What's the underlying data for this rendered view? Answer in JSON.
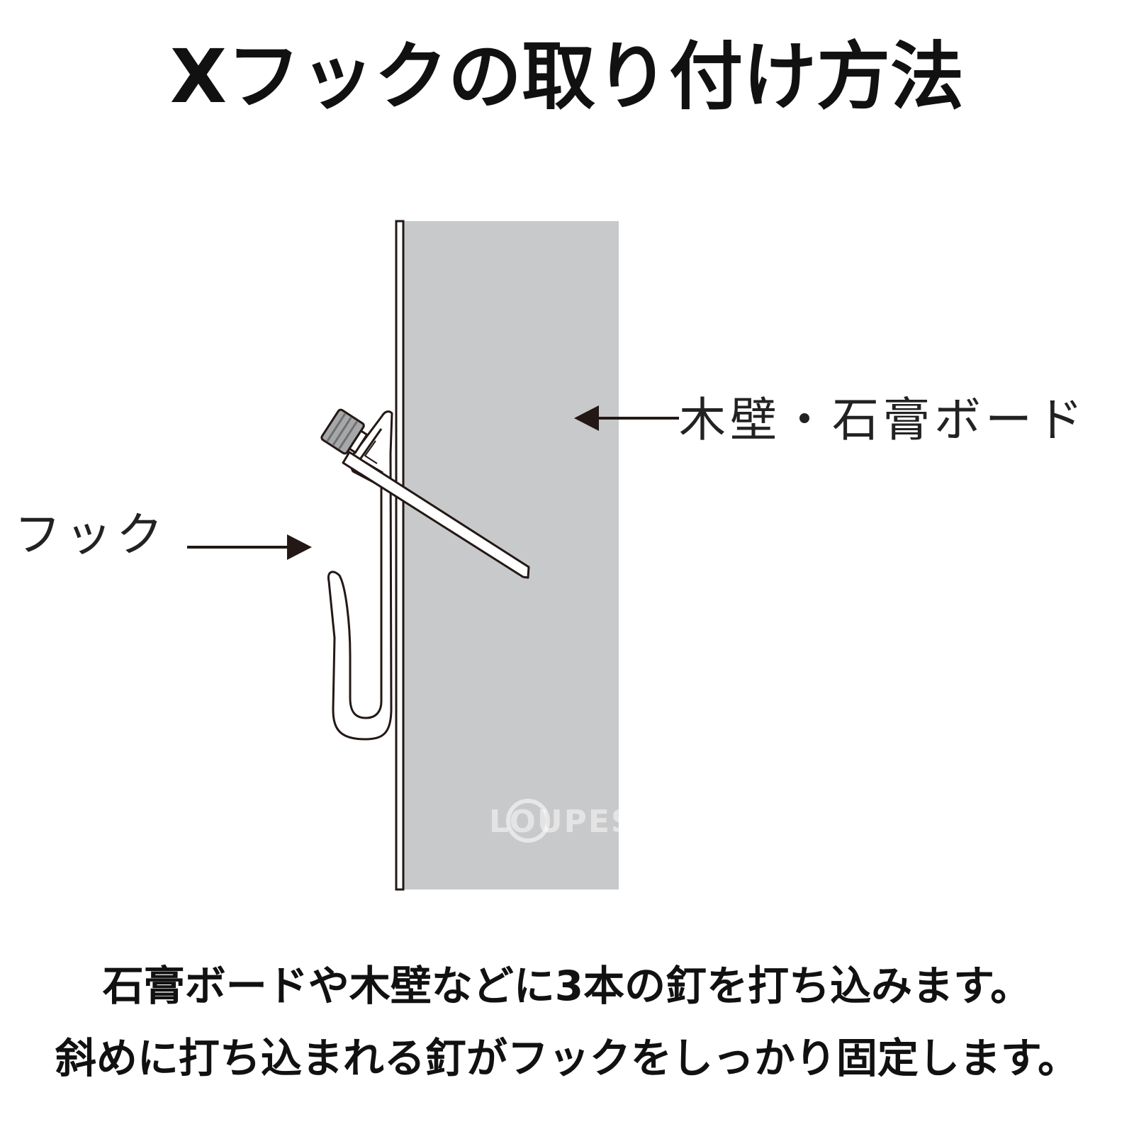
{
  "title": "Xフックの取り付け方法",
  "labels": {
    "wall": "木壁・石膏ボード",
    "hook": "フック"
  },
  "watermark": "LOUPESTUDIO",
  "captions": [
    "石膏ボードや木壁などに3本の釘を打ち込みます。",
    "斜めに打ち込まれる釘がフックをしっかり固定します。"
  ],
  "colors": {
    "wall_fill": "#c8c9cb",
    "line": "#231815",
    "text": "#111111"
  }
}
